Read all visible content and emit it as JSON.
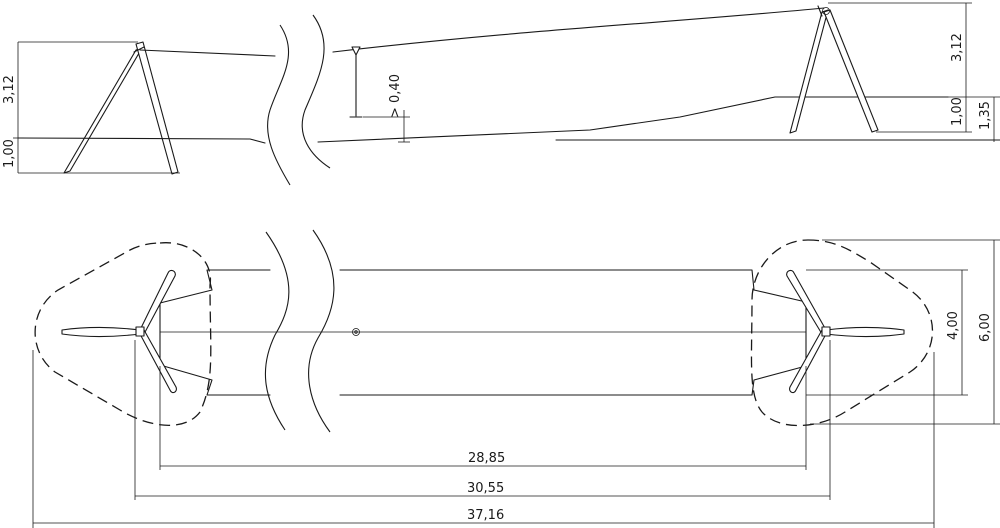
{
  "elevation": {
    "height_left": "3,12",
    "base_left": "1,00",
    "rope_clearance": "> 0,40",
    "height_right": "3,12",
    "base_right": "1,00",
    "ground_right": "1,35"
  },
  "plan": {
    "width_inner": "4,00",
    "width_outer": "6,00",
    "length_inner": "28,85",
    "length_poles": "30,55",
    "length_total": "37,16"
  }
}
